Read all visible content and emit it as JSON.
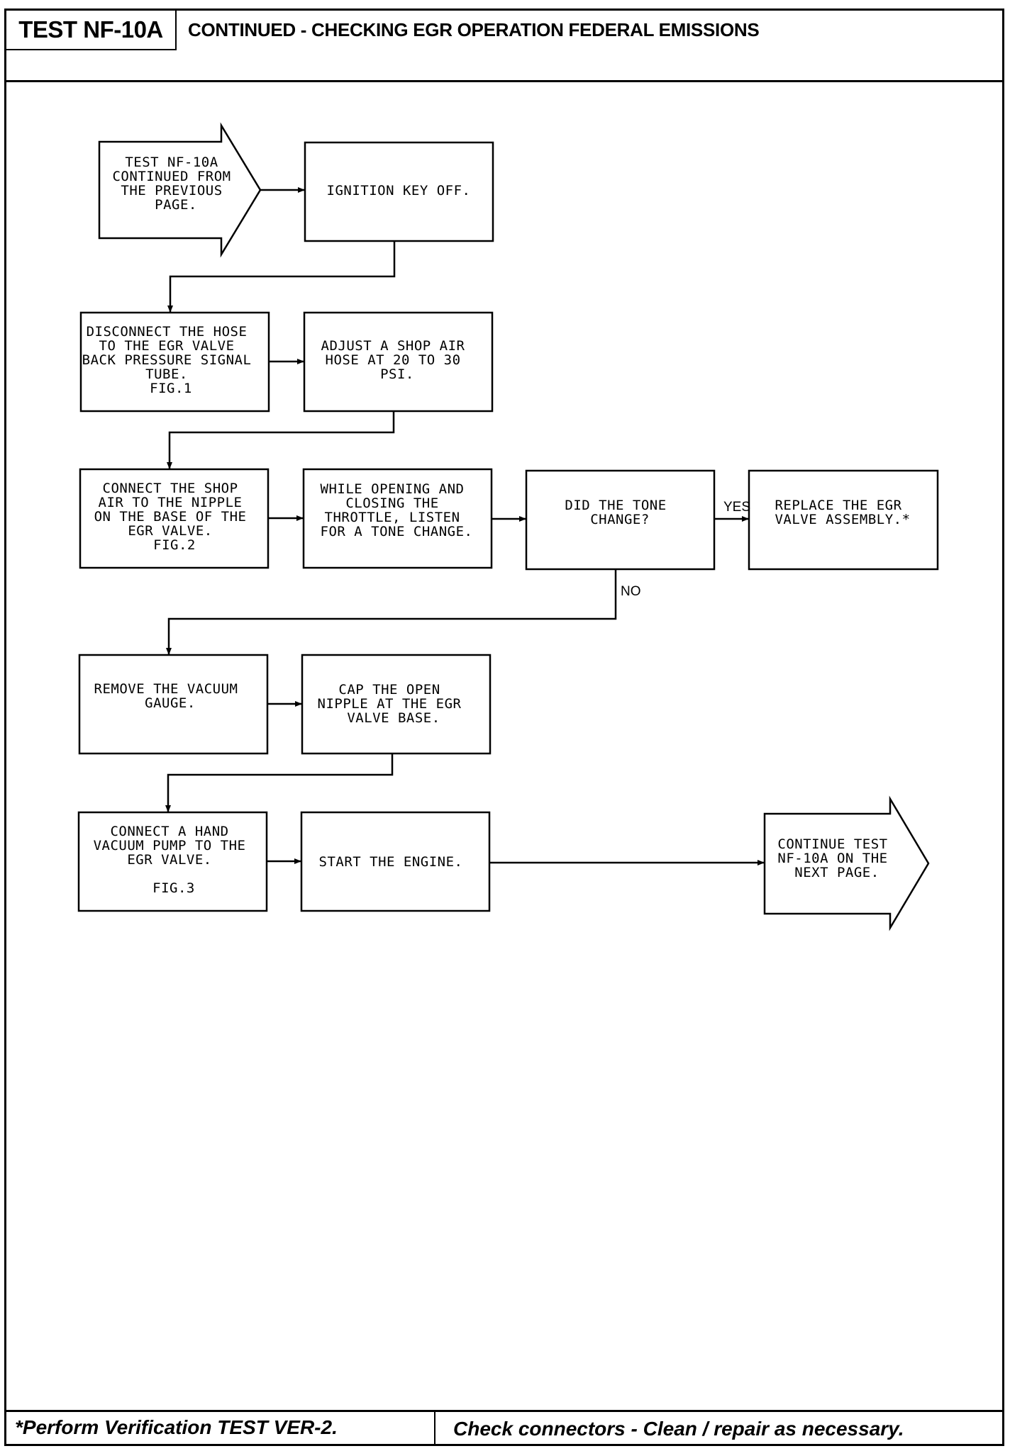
{
  "header": {
    "test_id": "TEST NF-10A",
    "title": "CONTINUED - CHECKING EGR OPERATION FEDERAL EMISSIONS"
  },
  "flowchart": {
    "start_arrow": [
      "TEST NF-10A",
      "CONTINUED FROM",
      "THE PREVIOUS",
      "PAGE."
    ],
    "ignition_off": [
      "IGNITION KEY OFF."
    ],
    "disconnect_hose": [
      "DISCONNECT THE HOSE",
      "TO THE EGR VALVE",
      "BACK PRESSURE SIGNAL",
      "TUBE.",
      "FIG.1"
    ],
    "adjust_air": [
      "ADJUST A SHOP AIR",
      "HOSE AT 20 TO 30",
      "PSI."
    ],
    "connect_shop_air": [
      "CONNECT THE SHOP",
      "AIR TO THE NIPPLE",
      "ON THE BASE OF THE",
      "EGR VALVE.",
      "FIG.2"
    ],
    "open_close_throttle": [
      "WHILE OPENING AND",
      "CLOSING THE",
      "THROTTLE, LISTEN",
      "FOR A TONE CHANGE."
    ],
    "tone_decision": [
      "DID THE TONE",
      "CHANGE?"
    ],
    "replace_valve": [
      "REPLACE THE EGR",
      "VALVE ASSEMBLY.*"
    ],
    "yes_label": "YES",
    "no_label": "NO",
    "remove_gauge": [
      "REMOVE THE VACUUM",
      "GAUGE."
    ],
    "cap_nipple": [
      "CAP THE OPEN",
      "NIPPLE AT THE EGR",
      "VALVE BASE."
    ],
    "connect_pump": [
      "CONNECT A HAND",
      "VACUUM PUMP TO THE",
      "EGR VALVE.",
      "",
      "FIG.3"
    ],
    "start_engine": [
      "START THE ENGINE."
    ],
    "continue_arrow": [
      "CONTINUE TEST",
      "NF-10A ON THE",
      "NEXT PAGE."
    ]
  },
  "footer": {
    "left": "*Perform Verification TEST VER-2.",
    "right": "Check connectors - Clean / repair as necessary."
  }
}
